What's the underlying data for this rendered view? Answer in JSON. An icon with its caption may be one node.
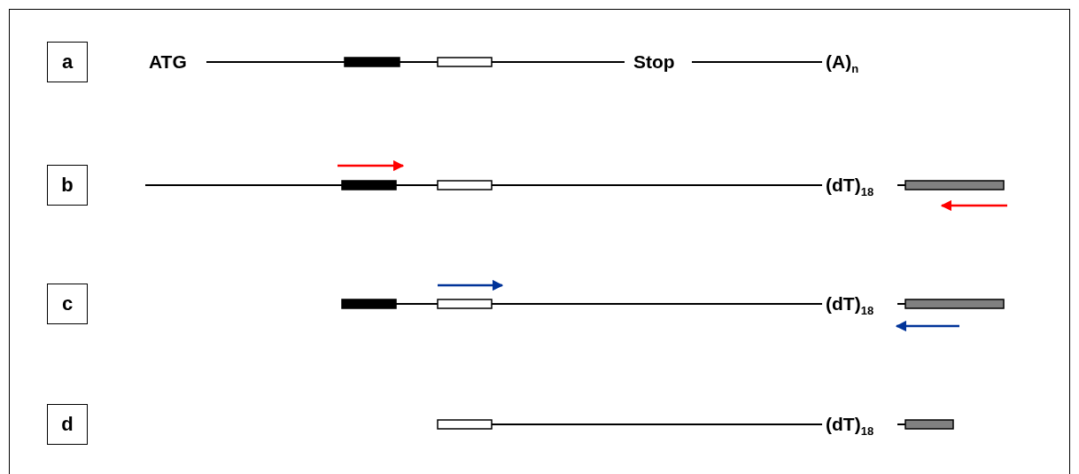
{
  "diagram": {
    "nodes": [
      {
        "text": [
          "a"
        ]
      },
      {
        "text": [
          "b"
        ]
      },
      {
        "text": [
          "c"
        ]
      },
      {
        "text": [
          "d"
        ]
      }
    ],
    "labels": [
      "ATG",
      "Stop",
      "(A)$_{n}$",
      "(dT)$_{18}$",
      "(dT)$_{18}$",
      "(dT)$_{18}$"
    ]
  }
}
